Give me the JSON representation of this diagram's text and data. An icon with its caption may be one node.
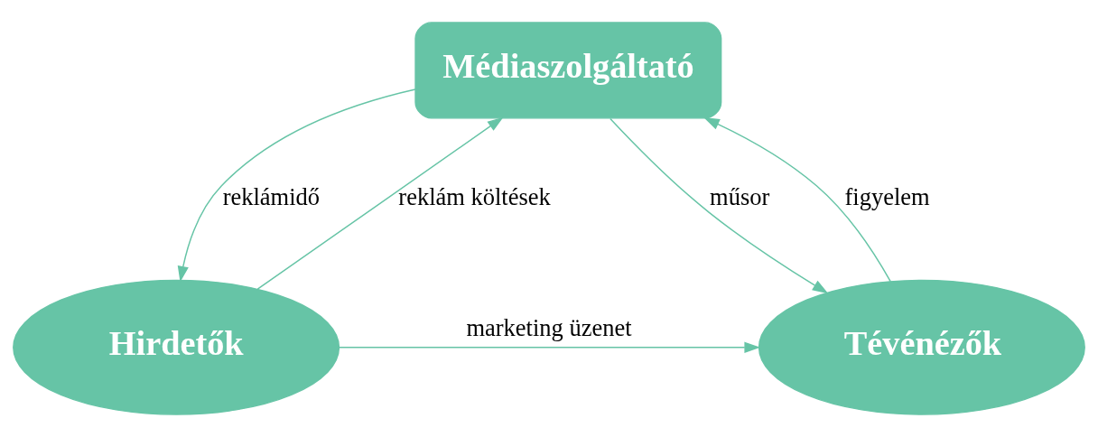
{
  "diagram": {
    "nodes": [
      {
        "text": [
          "Médiaszolgáltató"
        ]
      },
      {
        "text": [
          "Hirdetők"
        ]
      },
      {
        "text": [
          "Tévénézők"
        ]
      }
    ],
    "edges": [
      {
        "from": 1,
        "to": 0,
        "arrow": "to",
        "label": "reklám költések"
      },
      {
        "from": 0,
        "to": 1,
        "arrow": "to",
        "label": "reklámidő"
      },
      {
        "from": 0,
        "to": 2,
        "arrow": "to",
        "label": "műsor"
      },
      {
        "from": 2,
        "to": 0,
        "arrow": "to",
        "label": "figyelem"
      },
      {
        "from": 1,
        "to": 2,
        "arrow": "to",
        "label": "marketing üzenet"
      }
    ]
  }
}
